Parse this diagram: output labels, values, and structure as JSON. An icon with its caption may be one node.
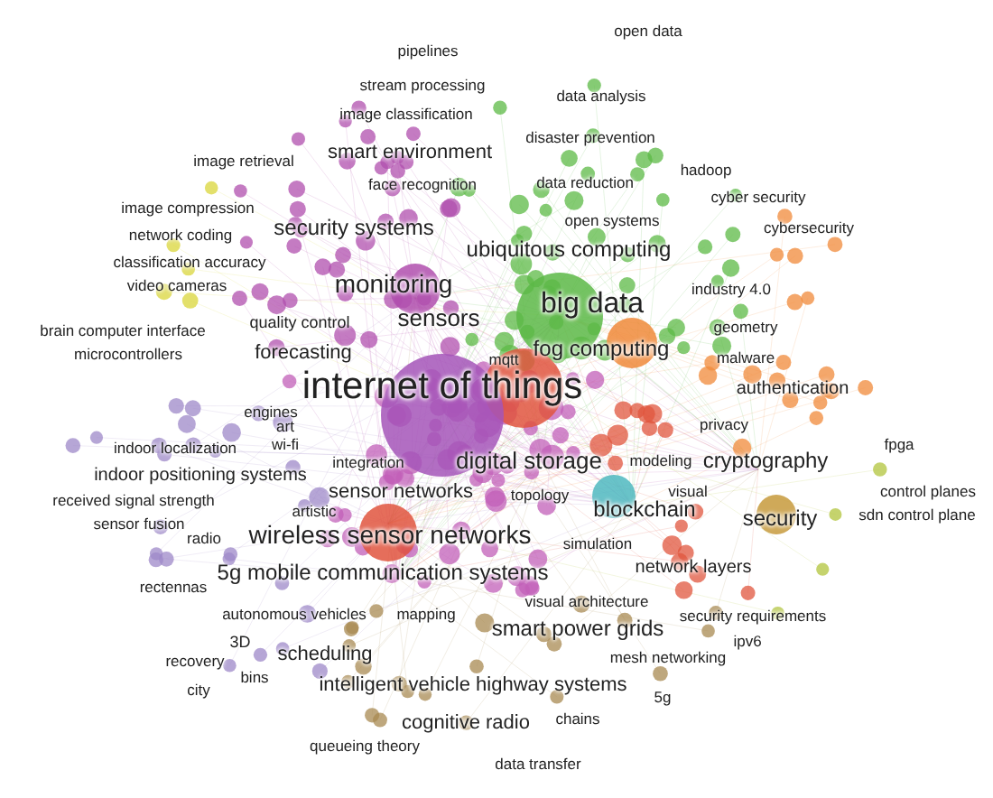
{
  "diagram": {
    "labels": [
      "open data",
      "pipelines",
      "stream processing",
      "data analysis",
      "image classification",
      "disaster prevention",
      "smart environment",
      "image retrieval",
      "hadoop",
      "face recognition",
      "data reduction",
      "cyber security",
      "image compression",
      "network coding",
      "security systems",
      "open systems",
      "cybersecurity",
      "ubiquitous computing",
      "classification accuracy",
      "video cameras",
      "monitoring",
      "industry 4.0",
      "big data",
      "brain computer interface",
      "quality control",
      "sensors",
      "geometry",
      "microcontrollers",
      "forecasting",
      "mqtt",
      "fog computing",
      "malware",
      "internet of things",
      "authentication",
      "engines",
      "art",
      "privacy",
      "indoor localization",
      "wi-fi",
      "fpga",
      "integration",
      "digital storage",
      "modeling",
      "cryptography",
      "indoor positioning systems",
      "received signal strength",
      "sensor networks",
      "topology",
      "visual",
      "control planes",
      "artistic",
      "blockchain",
      "sdn control plane",
      "security",
      "sensor fusion",
      "radio",
      "wireless sensor networks",
      "simulation",
      "5g mobile communication systems",
      "network layers",
      "rectennas",
      "visual architecture",
      "autonomous vehicles",
      "mapping",
      "security requirements",
      "smart power grids",
      "3D",
      "ipv6",
      "recovery",
      "scheduling",
      "mesh networking",
      "bins",
      "city",
      "intelligent vehicle highway systems",
      "5g",
      "cognitive radio",
      "chains",
      "queueing theory",
      "data transfer"
    ]
  }
}
